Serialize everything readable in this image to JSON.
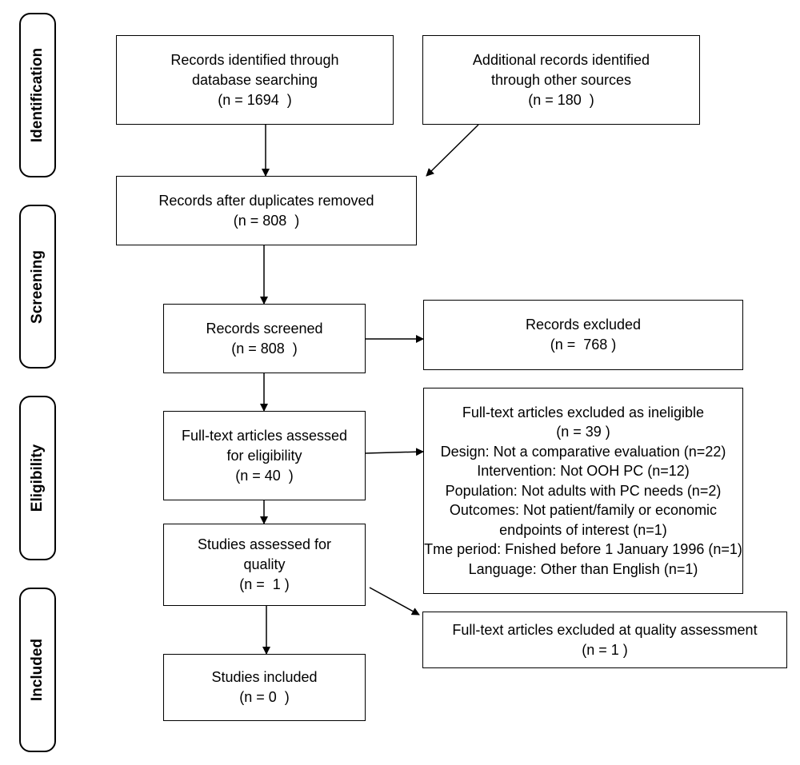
{
  "stages": {
    "identification": "Identification",
    "screening": "Screening",
    "eligibility": "Eligibility",
    "included": "Included"
  },
  "boxes": {
    "database": {
      "lines": [
        "Records identified through",
        "database searching",
        "(n = 1694  )"
      ]
    },
    "other_sources": {
      "lines": [
        "Additional records identified",
        "through other sources",
        "(n = 180  )"
      ]
    },
    "duplicates_removed": {
      "lines": [
        "Records after duplicates removed",
        "(n = 808  )"
      ]
    },
    "screened": {
      "lines": [
        "Records screened",
        "(n = 808  )"
      ]
    },
    "excluded": {
      "lines": [
        "Records excluded",
        "(n =  768 )"
      ]
    },
    "fulltext_assessed": {
      "lines": [
        "Full-text articles assessed",
        "for eligibility",
        "(n = 40  )"
      ]
    },
    "fulltext_excluded": {
      "lines": [
        "Full-text articles excluded as ineligible",
        "(n = 39 )",
        "Design: Not a comparative evaluation (n=22)",
        "Intervention: Not OOH PC (n=12)",
        "Population: Not adults with PC needs (n=2)",
        "Outcomes: Not patient/family or economic",
        "endpoints of interest (n=1)",
        "Tme period: Fnished before 1 January 1996 (n=1)",
        "Language: Other than English (n=1)"
      ]
    },
    "quality_assessed": {
      "lines": [
        "Studies assessed for",
        "quality",
        "(n =  1 )"
      ]
    },
    "quality_excluded": {
      "lines": [
        "Full-text articles excluded at quality assessment",
        "(n = 1 )"
      ]
    },
    "included": {
      "lines": [
        "Studies included",
        "(n = 0  )"
      ]
    }
  }
}
